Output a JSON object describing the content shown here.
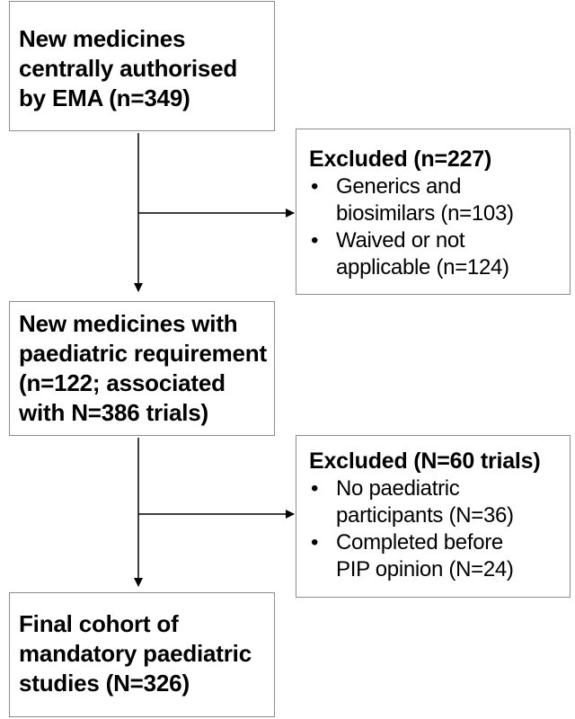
{
  "colors": {
    "box_border": "#8c8c8c",
    "arrow": "#000000",
    "text": "#000000",
    "background": "#ffffff"
  },
  "boxes": {
    "authorised": {
      "lines": [
        "New medicines",
        "centrally authorised",
        "by EMA (n=349)"
      ]
    },
    "excluded_1": {
      "title": "Excluded (n=227)",
      "items": [
        {
          "lines": [
            "Generics and",
            "biosimilars (n=103)"
          ]
        },
        {
          "lines": [
            "Waived or not",
            "applicable (n=124)"
          ]
        }
      ]
    },
    "paediatric_requirement": {
      "lines": [
        "New medicines with",
        "paediatric requirement",
        "(n=122; associated",
        "with N=386 trials)"
      ]
    },
    "excluded_2": {
      "title": "Excluded (N=60 trials)",
      "items": [
        {
          "lines": [
            "No paediatric",
            "participants (N=36)"
          ]
        },
        {
          "lines": [
            "Completed before",
            "PIP opinion (N=24)"
          ]
        }
      ]
    },
    "final_cohort": {
      "lines": [
        "Final cohort of",
        "mandatory paediatric",
        "studies (N=326)"
      ]
    }
  },
  "bullet_glyph": "•"
}
